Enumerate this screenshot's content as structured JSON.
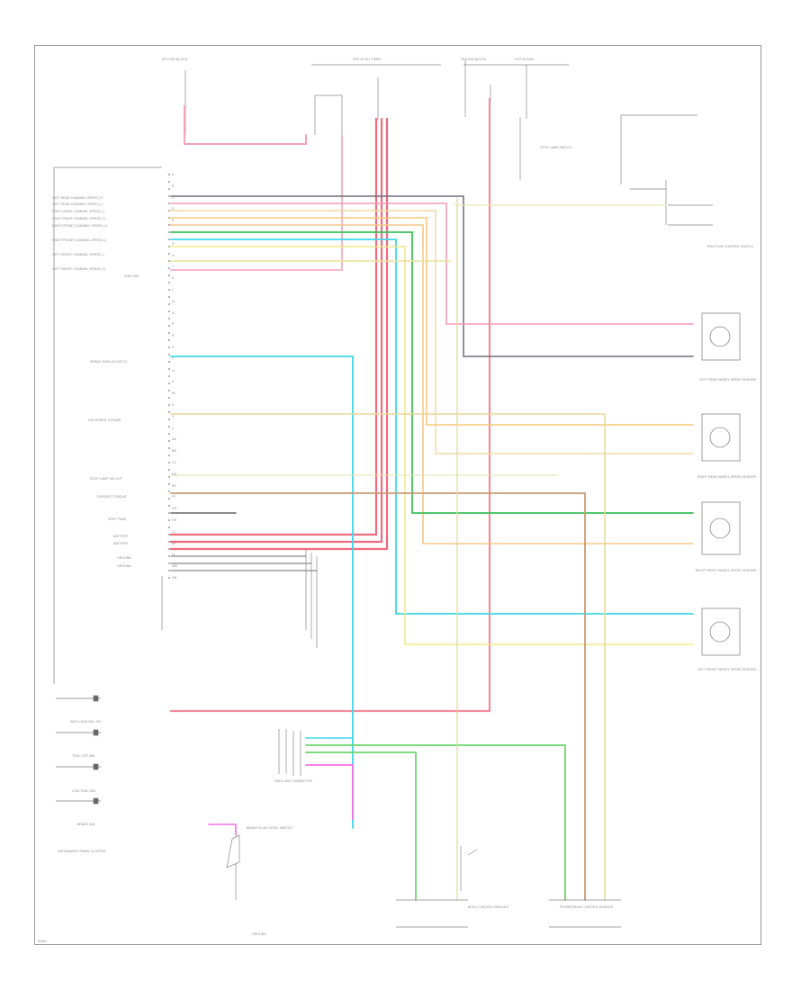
{
  "diagram": {
    "left_module_labels": {
      "cavities": [
        "A",
        "B",
        "C",
        "D",
        "E",
        "F",
        "G",
        "H",
        "J",
        "K",
        "L",
        "M",
        "N",
        "P",
        "R",
        "S",
        "T",
        "U",
        "V",
        "W",
        "X",
        "Y",
        "Z",
        "AA",
        "BB",
        "CC",
        "DD",
        "EE",
        "FF",
        "GG",
        "HH",
        "JJ",
        "KK",
        "LL",
        "MM",
        "NN"
      ],
      "labels_block1": [
        "LEFT REAR CHANNEL SPEED (+)",
        "LEFT REAR CHANNEL SPEED (-)",
        "RIGHT REAR CHANNEL SPEED (-)",
        "RIGHT REAR CHANNEL SPEED (+)",
        "RIGHT FRONT CHANNEL SPEED (+)",
        "RIGHT FRONT CHANNEL SPEED (-)",
        "LEFT FRONT CHANNEL SPEED (-)",
        "LEFT FRONT CHANNEL SPEED (+)",
        "IGNITION"
      ],
      "serial_data": "SERIAL DATA (CLASS 2)",
      "delivered_torque": "DELIVERED TORQUE",
      "stop_lamp_sw": "STOP LAMP SW OUT",
      "desired_torque": "DESIRED TORQUE",
      "vent_tube": "VENT TUBE",
      "battery1": "BATTERY",
      "battery2": "BATTERY",
      "ground1": "GROUND",
      "ground2": "GROUND"
    },
    "cluster": {
      "title": "INSTRUMENT PANEL CLUSTER",
      "items": [
        "ANTI-LOCK IND. ON",
        "TRAC OFF IND.",
        "LOW TRAC IND.",
        "BRAKE IND."
      ]
    },
    "wheels": {
      "lr": "LEFT REAR WHEEL SPEED SENSOR",
      "rr": "RIGHT REAR WHEEL SPEED SENSOR",
      "rf": "RIGHT FRONT WHEEL SPEED SENSOR",
      "lf": "LEFT FRONT WHEEL SPEED SENSOR"
    },
    "top": {
      "fuse_block_left": "I/P FUSE BLOCK",
      "fuse_block_right": "I/P FUSE BLOCK",
      "hot_at_all_times": "HOT AT ALL TIMES",
      "hot_in_run": "HOT IN RUN",
      "stop_lamp_switch": "STOP LAMP SWITCH",
      "traction_switch": "TRACTION CONTROL SWITCH"
    },
    "bottom": {
      "data_link": "DATA LINK CONNECTOR",
      "pcm": "POWERTRAIN CONTROL MODULE",
      "brake_fluid": "BRAKE FLUID LEVEL SWITCH",
      "bcm": "BODY CONTROL MODULE",
      "ground": "GROUND"
    },
    "footer": "99461"
  }
}
